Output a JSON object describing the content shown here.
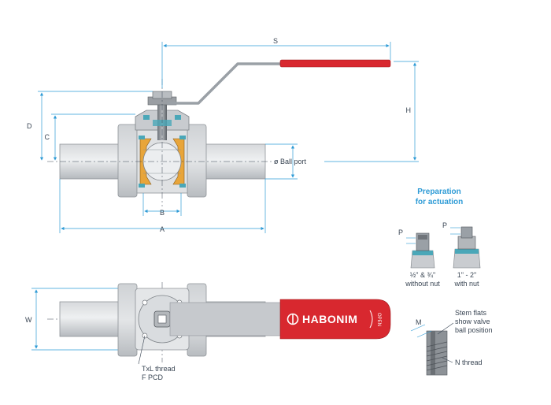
{
  "dimensions": {
    "S": "S",
    "H": "H",
    "D": "D",
    "C": "C",
    "B": "B",
    "A": "A",
    "W": "W",
    "ball_port": "ø Ball port"
  },
  "actuation": {
    "title_line1": "Preparation",
    "title_line2": "for actuation",
    "small": {
      "p": "P",
      "line1": "½\" & ¾\"",
      "line2": "without nut"
    },
    "large": {
      "p": "P",
      "line1": "1\" - 2\"",
      "line2": "with nut"
    }
  },
  "stem": {
    "m": "M",
    "flats_line1": "Stem flats",
    "flats_line2": "show valve",
    "flats_line3": "ball position",
    "n_thread": "N thread"
  },
  "top_view": {
    "brand": "HABONIM",
    "open_mark": "OPEN",
    "txl": "TxL thread",
    "pcd": "F PCD"
  },
  "colors": {
    "dimension_line": "#2e9bd6",
    "handle_red": "#d8282f",
    "body_grey": "#c9ccd0",
    "seat_orange": "#e8a53a",
    "seal_teal": "#4aa7b8"
  }
}
